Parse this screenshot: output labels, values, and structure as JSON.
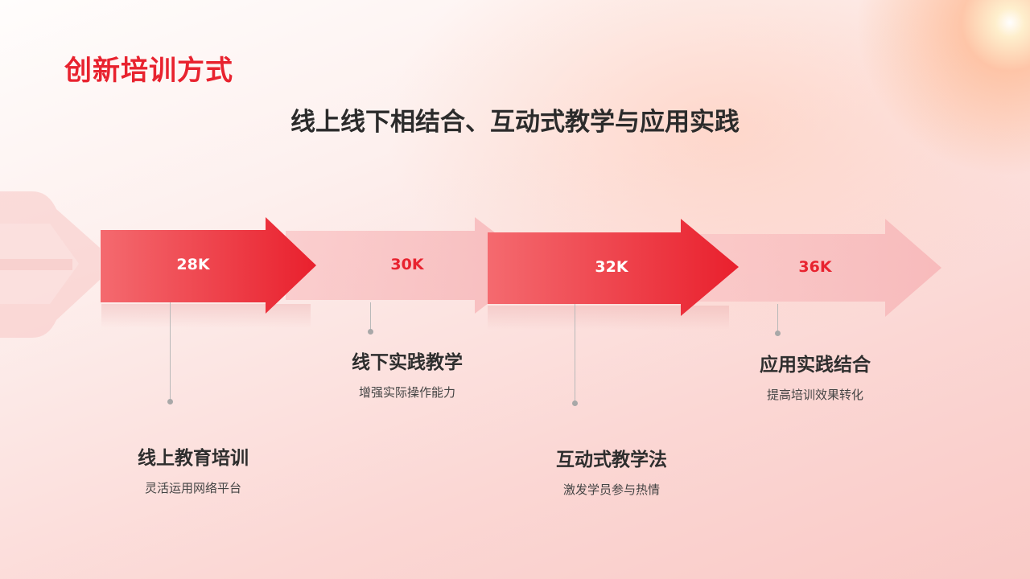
{
  "header": {
    "title": "创新培训方式",
    "subtitle": "线上线下相结合、互动式教学与应用实践"
  },
  "colors": {
    "accent": "#e8232f",
    "arrow_solid": "#ef3340",
    "arrow_light": "#f9c5c6"
  },
  "steps": [
    {
      "value": "28K",
      "title": "线上教育培训",
      "desc": "灵活运用网络平台"
    },
    {
      "value": "30K",
      "title": "线下实践教学",
      "desc": "增强实际操作能力"
    },
    {
      "value": "32K",
      "title": "互动式教学法",
      "desc": "激发学员参与热情"
    },
    {
      "value": "36K",
      "title": "应用实践结合",
      "desc": "提高培训效果转化"
    }
  ]
}
